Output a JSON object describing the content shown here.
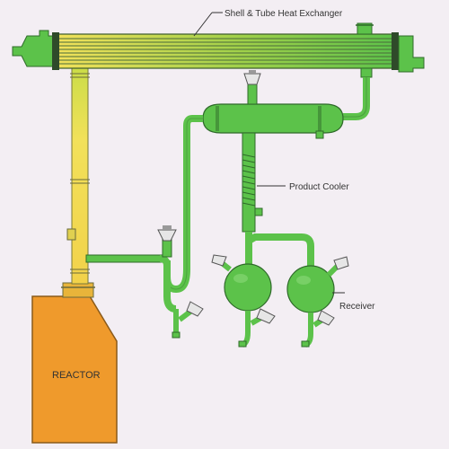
{
  "labels": {
    "heat_exchanger": "Shell & Tube Heat Exchanger",
    "product_cooler": "Product Cooler",
    "receiver": "Receiver",
    "reactor": "REACTOR"
  },
  "colors": {
    "background": "#f3eef3",
    "equipment_green": "#5cc24a",
    "equipment_green_dark": "#2f8a2a",
    "vapour_yellow": "#f2e15a",
    "reactor_orange": "#ef9a2c",
    "outline": "#3a4a3a"
  }
}
